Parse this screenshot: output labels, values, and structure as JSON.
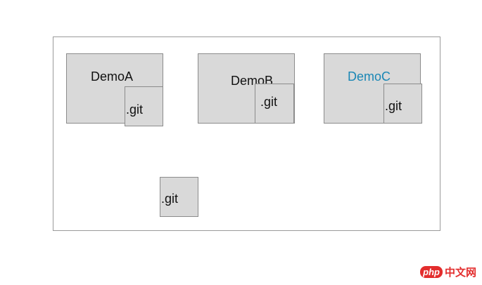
{
  "diagram": {
    "containers": [
      {
        "label": "DemoA",
        "label_color": "#111111",
        "git_label": ".git"
      },
      {
        "label": "DemoB",
        "label_color": "#111111",
        "git_label": ".git"
      },
      {
        "label": "DemoC",
        "label_color": "#1a87b5",
        "git_label": ".git"
      }
    ],
    "root_git_label": ".git",
    "colors": {
      "box_fill": "#d9d9d9",
      "box_border": "#8c8c8c",
      "frame_border": "#9a9a9a"
    }
  },
  "watermark": {
    "logo_text": "php",
    "site_text": "中文网",
    "color": "#e32d2d"
  }
}
